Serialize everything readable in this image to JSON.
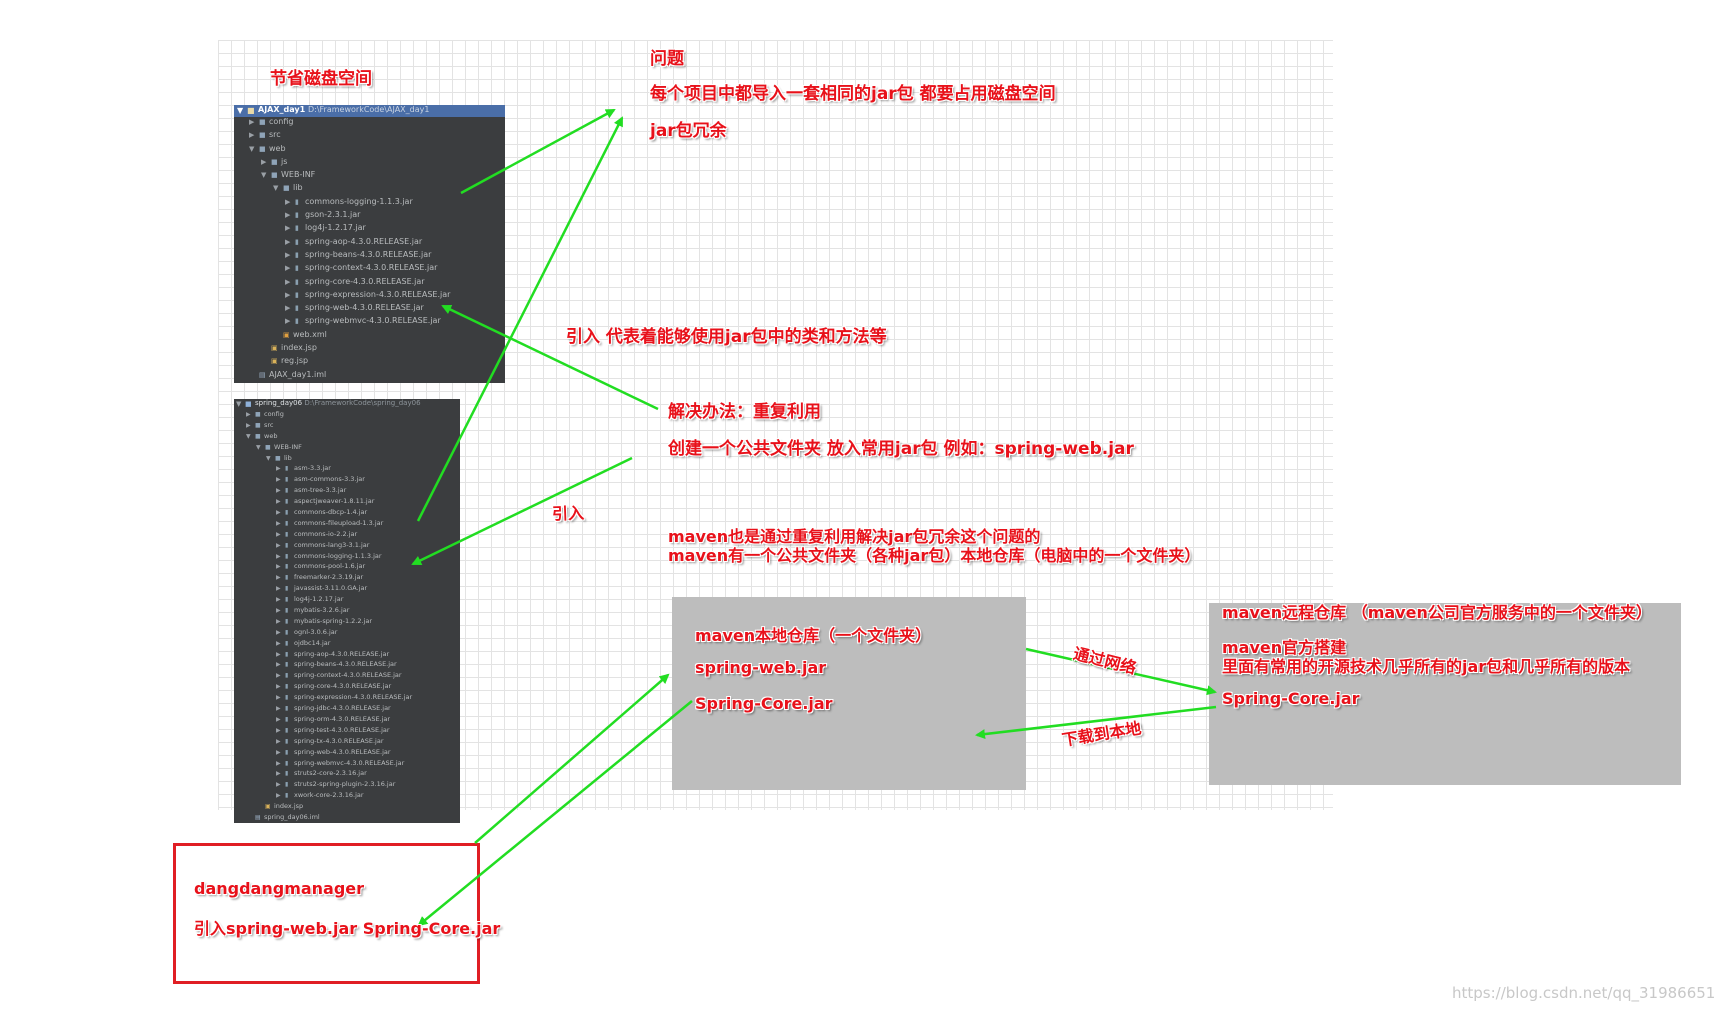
{
  "labels": {
    "save_disk": "节省磁盘空间",
    "problem_title": "问题",
    "problem_line1": "每个项目中都导入一套相同的jar包 都要占用磁盘空间",
    "problem_line2": "jar包冗余",
    "import_meaning": "引入 代表着能够使用jar包中的类和方法等",
    "solution_title": "解决办法：重复利用",
    "solution_line": "创建一个公共文件夹 放入常用jar包 例如：spring-web.jar",
    "import_label": "引入",
    "maven_line1": "maven也是通过重复利用解决jar包冗余这个问题的",
    "maven_line2": "maven有一个公共文件夹（各种jar包）本地仓库（电脑中的一个文件夹）",
    "local_repo_title": "maven本地仓库（一个文件夹）",
    "local_repo_item1": "spring-web.jar",
    "local_repo_item2": "Spring-Core.jar",
    "remote_repo_title": "maven远程仓库 （maven公司官方服务中的一个文件夹）",
    "remote_repo_line1": "maven官方搭建",
    "remote_repo_line2": "里面有常用的开源技术几乎所有的jar包和几乎所有的版本",
    "remote_repo_item": "Spring-Core.jar",
    "via_network": "通过网络",
    "download_local": "下载到本地",
    "project_name": "dangdangmanager",
    "project_import": "引入spring-web.jar  Spring-Core.jar",
    "watermark": "https://blog.csdn.net/qq_31986651"
  },
  "tree1": {
    "root": "AJAX_day1",
    "root_path": "D:\\FrameworkCode\\AJAX_day1",
    "items": [
      {
        "label": "config",
        "depth": 1,
        "kind": "folder",
        "tw": "▶"
      },
      {
        "label": "src",
        "depth": 1,
        "kind": "folder",
        "tw": "▶"
      },
      {
        "label": "web",
        "depth": 1,
        "kind": "folder",
        "tw": "▼"
      },
      {
        "label": "js",
        "depth": 2,
        "kind": "folder",
        "tw": "▶"
      },
      {
        "label": "WEB-INF",
        "depth": 2,
        "kind": "folder",
        "tw": "▼"
      },
      {
        "label": "lib",
        "depth": 3,
        "kind": "folder",
        "tw": "▼"
      },
      {
        "label": "commons-logging-1.1.3.jar",
        "depth": 4,
        "kind": "jar",
        "tw": "▶"
      },
      {
        "label": "gson-2.3.1.jar",
        "depth": 4,
        "kind": "jar",
        "tw": "▶"
      },
      {
        "label": "log4j-1.2.17.jar",
        "depth": 4,
        "kind": "jar",
        "tw": "▶"
      },
      {
        "label": "spring-aop-4.3.0.RELEASE.jar",
        "depth": 4,
        "kind": "jar",
        "tw": "▶"
      },
      {
        "label": "spring-beans-4.3.0.RELEASE.jar",
        "depth": 4,
        "kind": "jar",
        "tw": "▶"
      },
      {
        "label": "spring-context-4.3.0.RELEASE.jar",
        "depth": 4,
        "kind": "jar",
        "tw": "▶"
      },
      {
        "label": "spring-core-4.3.0.RELEASE.jar",
        "depth": 4,
        "kind": "jar",
        "tw": "▶"
      },
      {
        "label": "spring-expression-4.3.0.RELEASE.jar",
        "depth": 4,
        "kind": "jar",
        "tw": "▶"
      },
      {
        "label": "spring-web-4.3.0.RELEASE.jar",
        "depth": 4,
        "kind": "jar",
        "tw": "▶"
      },
      {
        "label": "spring-webmvc-4.3.0.RELEASE.jar",
        "depth": 4,
        "kind": "jar",
        "tw": "▶"
      },
      {
        "label": "web.xml",
        "depth": 3,
        "kind": "xml",
        "tw": ""
      },
      {
        "label": "index.jsp",
        "depth": 2,
        "kind": "jsp",
        "tw": ""
      },
      {
        "label": "reg.jsp",
        "depth": 2,
        "kind": "jsp",
        "tw": ""
      },
      {
        "label": "AJAX_day1.iml",
        "depth": 1,
        "kind": "iml",
        "tw": ""
      }
    ]
  },
  "tree2": {
    "root": "spring_day06",
    "root_path": "D:\\FrameworkCode\\spring_day06",
    "items": [
      {
        "label": "config",
        "depth": 1,
        "kind": "folder",
        "tw": "▶"
      },
      {
        "label": "src",
        "depth": 1,
        "kind": "folder",
        "tw": "▶"
      },
      {
        "label": "web",
        "depth": 1,
        "kind": "folder",
        "tw": "▼"
      },
      {
        "label": "WEB-INF",
        "depth": 2,
        "kind": "folder",
        "tw": "▼"
      },
      {
        "label": "lib",
        "depth": 3,
        "kind": "folder",
        "tw": "▼"
      },
      {
        "label": "asm-3.3.jar",
        "depth": 4,
        "kind": "jar",
        "tw": "▶"
      },
      {
        "label": "asm-commons-3.3.jar",
        "depth": 4,
        "kind": "jar",
        "tw": "▶"
      },
      {
        "label": "asm-tree-3.3.jar",
        "depth": 4,
        "kind": "jar",
        "tw": "▶"
      },
      {
        "label": "aspectjweaver-1.8.11.jar",
        "depth": 4,
        "kind": "jar",
        "tw": "▶"
      },
      {
        "label": "commons-dbcp-1.4.jar",
        "depth": 4,
        "kind": "jar",
        "tw": "▶"
      },
      {
        "label": "commons-fileupload-1.3.jar",
        "depth": 4,
        "kind": "jar",
        "tw": "▶"
      },
      {
        "label": "commons-io-2.2.jar",
        "depth": 4,
        "kind": "jar",
        "tw": "▶"
      },
      {
        "label": "commons-lang3-3.1.jar",
        "depth": 4,
        "kind": "jar",
        "tw": "▶"
      },
      {
        "label": "commons-logging-1.1.3.jar",
        "depth": 4,
        "kind": "jar",
        "tw": "▶"
      },
      {
        "label": "commons-pool-1.6.jar",
        "depth": 4,
        "kind": "jar",
        "tw": "▶"
      },
      {
        "label": "freemarker-2.3.19.jar",
        "depth": 4,
        "kind": "jar",
        "tw": "▶"
      },
      {
        "label": "javassist-3.11.0.GA.jar",
        "depth": 4,
        "kind": "jar",
        "tw": "▶"
      },
      {
        "label": "log4j-1.2.17.jar",
        "depth": 4,
        "kind": "jar",
        "tw": "▶"
      },
      {
        "label": "mybatis-3.2.6.jar",
        "depth": 4,
        "kind": "jar",
        "tw": "▶"
      },
      {
        "label": "mybatis-spring-1.2.2.jar",
        "depth": 4,
        "kind": "jar",
        "tw": "▶"
      },
      {
        "label": "ognl-3.0.6.jar",
        "depth": 4,
        "kind": "jar",
        "tw": "▶"
      },
      {
        "label": "ojdbc14.jar",
        "depth": 4,
        "kind": "jar",
        "tw": "▶"
      },
      {
        "label": "spring-aop-4.3.0.RELEASE.jar",
        "depth": 4,
        "kind": "jar",
        "tw": "▶"
      },
      {
        "label": "spring-beans-4.3.0.RELEASE.jar",
        "depth": 4,
        "kind": "jar",
        "tw": "▶"
      },
      {
        "label": "spring-context-4.3.0.RELEASE.jar",
        "depth": 4,
        "kind": "jar",
        "tw": "▶"
      },
      {
        "label": "spring-core-4.3.0.RELEASE.jar",
        "depth": 4,
        "kind": "jar",
        "tw": "▶"
      },
      {
        "label": "spring-expression-4.3.0.RELEASE.jar",
        "depth": 4,
        "kind": "jar",
        "tw": "▶"
      },
      {
        "label": "spring-jdbc-4.3.0.RELEASE.jar",
        "depth": 4,
        "kind": "jar",
        "tw": "▶"
      },
      {
        "label": "spring-orm-4.3.0.RELEASE.jar",
        "depth": 4,
        "kind": "jar",
        "tw": "▶"
      },
      {
        "label": "spring-test-4.3.0.RELEASE.jar",
        "depth": 4,
        "kind": "jar",
        "tw": "▶"
      },
      {
        "label": "spring-tx-4.3.0.RELEASE.jar",
        "depth": 4,
        "kind": "jar",
        "tw": "▶"
      },
      {
        "label": "spring-web-4.3.0.RELEASE.jar",
        "depth": 4,
        "kind": "jar",
        "tw": "▶"
      },
      {
        "label": "spring-webmvc-4.3.0.RELEASE.jar",
        "depth": 4,
        "kind": "jar",
        "tw": "▶"
      },
      {
        "label": "struts2-core-2.3.16.jar",
        "depth": 4,
        "kind": "jar",
        "tw": "▶"
      },
      {
        "label": "struts2-spring-plugin-2.3.16.jar",
        "depth": 4,
        "kind": "jar",
        "tw": "▶"
      },
      {
        "label": "xwork-core-2.3.16.jar",
        "depth": 4,
        "kind": "jar",
        "tw": "▶"
      },
      {
        "label": "index.jsp",
        "depth": 2,
        "kind": "jsp",
        "tw": ""
      },
      {
        "label": "spring_day06.iml",
        "depth": 1,
        "kind": "iml",
        "tw": ""
      }
    ]
  },
  "colors": {
    "label_red": "#e8111a",
    "arrow_green": "#22dd22",
    "tree_bg": "#3b3d3f",
    "tree_header": "#4a6ea8",
    "repo_gray": "#bdbdbd",
    "box_red": "#e01e24"
  },
  "icons": {
    "folder": "folder-icon",
    "jar": "jar-icon",
    "xml": "xml-file-icon",
    "jsp": "jsp-file-icon",
    "iml": "module-file-icon"
  }
}
